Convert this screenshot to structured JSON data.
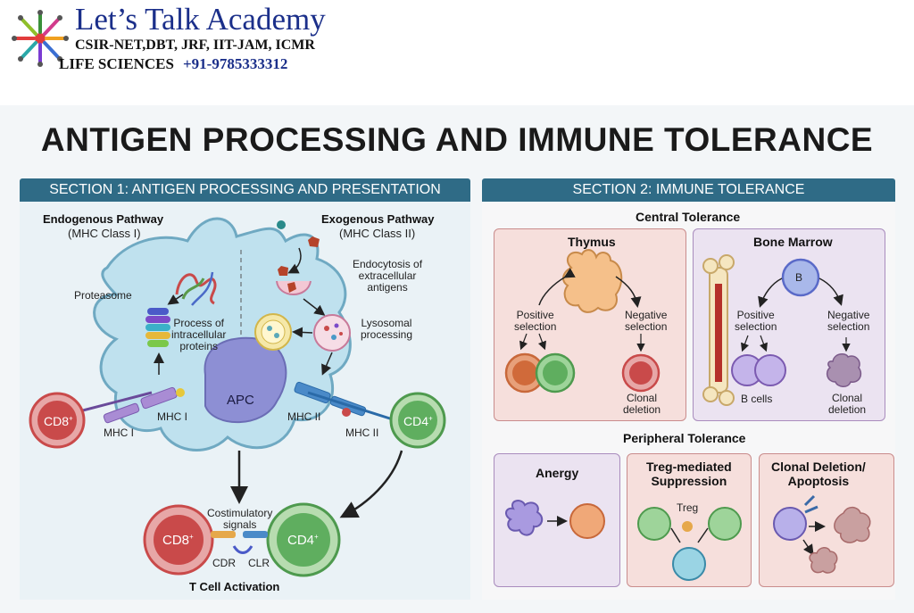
{
  "brand": {
    "title": "Let’s Talk Academy",
    "subtitle": "CSIR-NET,DBT, JRF, IIT-JAM, ICMR",
    "field": "LIFE SCIENCES",
    "phone": "+91-9785333312"
  },
  "title": "ANTIGEN PROCESSING AND IMMUNE TOLERANCE",
  "section1": {
    "header": "SECTION 1: ANTIGEN PROCESSING AND PRESENTATION",
    "endogenous_title": "Endogenous Pathway",
    "endogenous_sub": "(MHC Class I)",
    "exogenous_title": "Exogenous Pathway",
    "exogenous_sub": "(MHC Class II)",
    "proteasome": "Proteasome",
    "process_l1": "Process of",
    "process_l2": "intracellular",
    "process_l3": "proteins",
    "endocytosis_l1": "Endocytosis of",
    "endocytosis_l2": "extracellular",
    "endocytosis_l3": "antigens",
    "lysosomal_l1": "Lysosomal",
    "lysosomal_l2": "processing",
    "apc": "APC",
    "mhc1_inner": "MHC I",
    "mhc1_outer": "MHC I",
    "mhc2_inner": "MHC II",
    "mhc2_outer": "MHC II",
    "cd8": "CD8",
    "cd4": "CD4",
    "sup": "+",
    "costim_l1": "Costimulatory",
    "costim_l2": "signals",
    "cdr": "CDR",
    "clr": "CLR",
    "activation": "T Cell Activation"
  },
  "section2": {
    "header": "SECTION 2: IMMUNE TOLERANCE",
    "central": "Central Tolerance",
    "thymus": "Thymus",
    "bone_marrow": "Bone Marrow",
    "pos_l1": "Positive",
    "pos_l2": "selection",
    "neg_l1": "Negative",
    "neg_l2": "selection",
    "clonal_l1": "Clonal",
    "clonal_l2": "deletion",
    "b": "B",
    "b_cells": "B cells",
    "peripheral": "Peripheral Tolerance",
    "anergy": "Anergy",
    "treg_l1": "Treg-mediated",
    "treg_l2": "Suppression",
    "treg": "Treg",
    "cd_l1": "Clonal Deletion/",
    "cd_l2": "Apoptosis"
  },
  "colors": {
    "header_bar": "#2f6b86",
    "apc": "#bfe1ee",
    "cd8": "#c94a4a",
    "cd4": "#5fae5f",
    "pink_box": "#f6dfdc",
    "lavender_box": "#ebe3f1"
  }
}
